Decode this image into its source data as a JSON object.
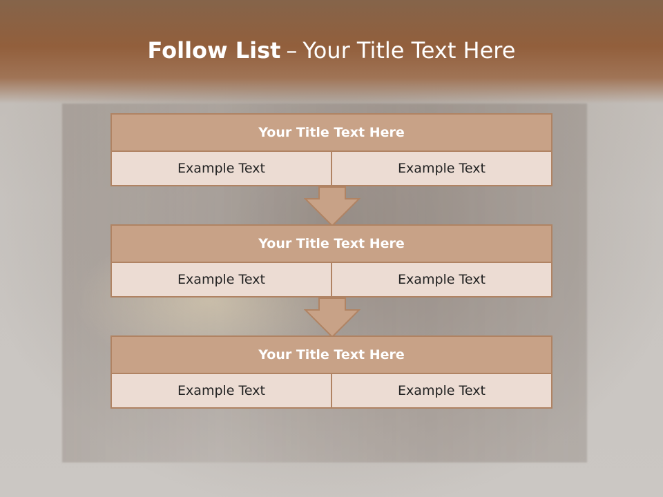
{
  "title": {
    "bold": "Follow List",
    "separator": "–",
    "rest": "Your Title Text Here"
  },
  "blocks": [
    {
      "title": "Your Title Text Here",
      "left": "Example Text",
      "right": "Example Text"
    },
    {
      "title": "Your Title Text Here",
      "left": "Example Text",
      "right": "Example Text"
    },
    {
      "title": "Your Title Text Here",
      "left": "Example Text",
      "right": "Example Text"
    }
  ],
  "colors": {
    "header": "#925f3c",
    "block_head": "#c8a287",
    "block_cell": "#ecdcd3",
    "border": "#b08363"
  }
}
